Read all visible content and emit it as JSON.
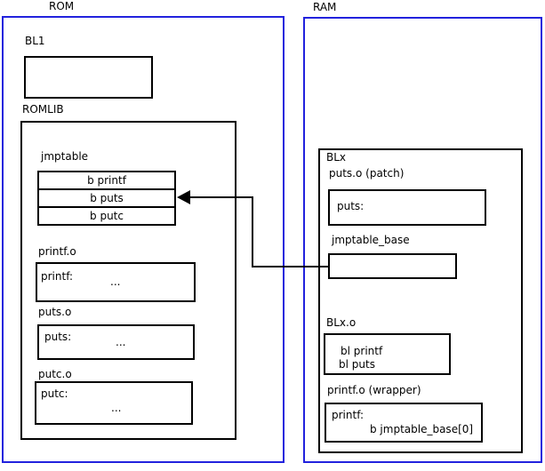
{
  "rom": {
    "title": "ROM",
    "bl1_label": "BL1",
    "romlib_label": "ROMLIB",
    "jmptable": {
      "label": "jmptable",
      "entries": [
        "b printf",
        "b puts",
        "b putc"
      ]
    },
    "objects": [
      {
        "label": "printf.o",
        "symbol": "printf:",
        "body": "..."
      },
      {
        "label": "puts.o",
        "symbol": "puts:",
        "body": "..."
      },
      {
        "label": "putc.o",
        "symbol": "putc:",
        "body": "..."
      }
    ]
  },
  "ram": {
    "title": "RAM",
    "blx_label": "BLx",
    "puts_patch": {
      "label": "puts.o (patch)",
      "symbol": "puts:"
    },
    "jmptable_base_label": "jmptable_base",
    "blx_o": {
      "label": "BLx.o",
      "instructions": [
        "bl printf",
        "bl puts"
      ]
    },
    "printf_wrapper": {
      "label": "printf.o (wrapper)",
      "symbol": "printf:",
      "body": "b jmptable_base[0]"
    }
  },
  "connector": {
    "from": "jmptable_base",
    "to": "jmptable: b puts"
  },
  "colors": {
    "frame_blue": "#2222dd",
    "line_black": "#000000"
  }
}
